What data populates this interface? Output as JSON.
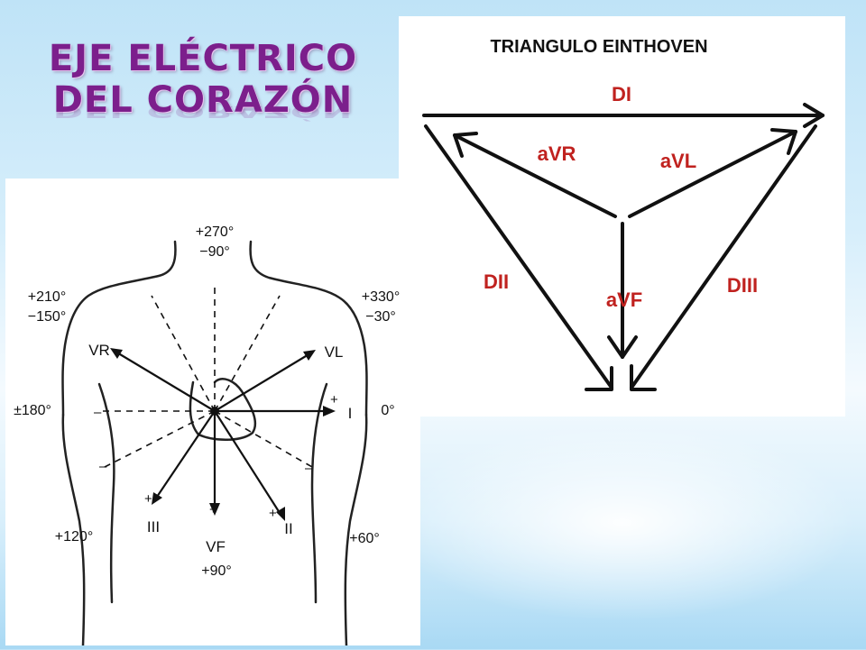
{
  "slide": {
    "title_line1": "EJE ELÉCTRICO",
    "title_line2": "DEL CORAZÓN"
  },
  "triangle": {
    "heading": "TRIANGULO EINTHOVEN",
    "lead_di": "DI",
    "lead_dii": "DII",
    "lead_diii": "DIII",
    "lead_avr": "aVR",
    "lead_avl": "aVL",
    "lead_avf": "aVF"
  },
  "torso": {
    "angle_270": "+270°",
    "angle_m90": "−90°",
    "angle_210": "+210°",
    "angle_m150": "−150°",
    "angle_330": "+330°",
    "angle_m30": "−30°",
    "angle_180": "±180°",
    "angle_0": "0°",
    "angle_120": "+120°",
    "angle_60": "+60°",
    "angle_90": "+90°",
    "label_vr": "VR",
    "label_vl": "VL",
    "label_i": "I",
    "label_ii": "II",
    "label_iii": "III",
    "label_vf": "VF"
  },
  "colors": {
    "title": "#7c1f8c",
    "lead_label_red": "#c0221f",
    "line": "#111111"
  }
}
